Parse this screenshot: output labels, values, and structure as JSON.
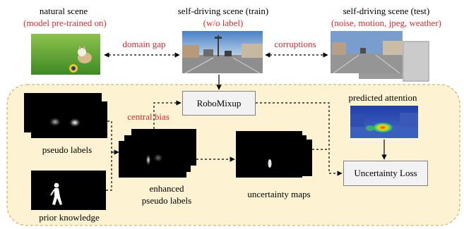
{
  "top": {
    "natural": {
      "title": "natural scene",
      "subtitle": "(model pre-trained on)"
    },
    "train": {
      "title": "self-driving scene (train)",
      "subtitle": "(w/o label)"
    },
    "test": {
      "title": "self-driving scene (test)",
      "subtitle": "(noise, motion, jpeg, weather)"
    },
    "gap_left": "domain gap",
    "gap_right": "corruptions"
  },
  "pipeline": {
    "robomixup": "RoboMixup",
    "central_bias": "central bias",
    "pseudo_labels": "pseudo labels",
    "prior_knowledge": "prior knowledge",
    "enhanced_line1": "enhanced",
    "enhanced_line2": "pseudo labels",
    "uncertainty_maps": "uncertainty maps",
    "predicted_attention": "predicted attention",
    "uncertainty_loss": "Uncertainty Loss"
  },
  "colors": {
    "accent_red": "#e8262b",
    "panel_fill": "#fdf2d2",
    "panel_border": "#c9a34a",
    "box_fill": "#f2f2f2"
  }
}
